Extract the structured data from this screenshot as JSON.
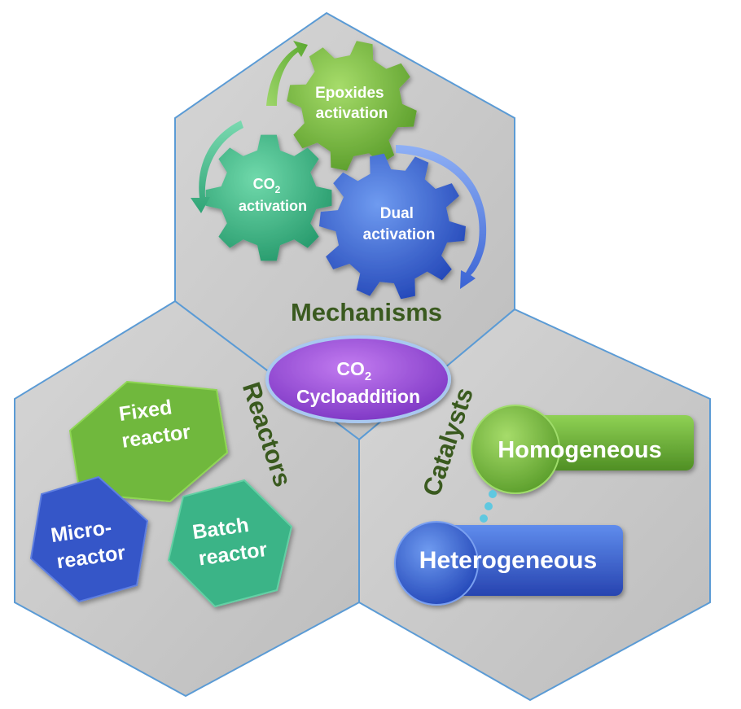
{
  "center": {
    "line1_base": "CO",
    "line1_sub": "2",
    "line2": "Cycloaddition"
  },
  "mechanisms": {
    "title": "Mechanisms",
    "gear_epoxides": {
      "line1": "Epoxides",
      "line2": "activation"
    },
    "gear_co2": {
      "line1_base": "CO",
      "line1_sub": "2",
      "line2": "activation"
    },
    "gear_dual": {
      "line1": "Dual",
      "line2": "activation"
    }
  },
  "reactors": {
    "title": "Reactors",
    "fixed": {
      "line1": "Fixed",
      "line2": "reactor"
    },
    "micro": {
      "line1": "Micro-",
      "line2": "reactor"
    },
    "batch": {
      "line1": "Batch",
      "line2": "reactor"
    }
  },
  "catalysts": {
    "title": "Catalysts",
    "homogeneous": "Homogeneous",
    "heterogeneous": "Heterogeneous"
  },
  "colors": {
    "panel_fill": "#c8c8c8",
    "panel_stroke": "#5b9bd5",
    "title_green": "#3a5a1f",
    "gear_light_green": "#7cc142",
    "gear_teal": "#3dbb8a",
    "gear_blue": "#3a6fd8",
    "hex_green": "#6fb83c",
    "hex_blue": "#3556c8",
    "hex_teal": "#3ab487",
    "ellipse_purple": "#9a4fd6",
    "bar_green": "#6fb83c",
    "bar_blue": "#3a62d0"
  }
}
